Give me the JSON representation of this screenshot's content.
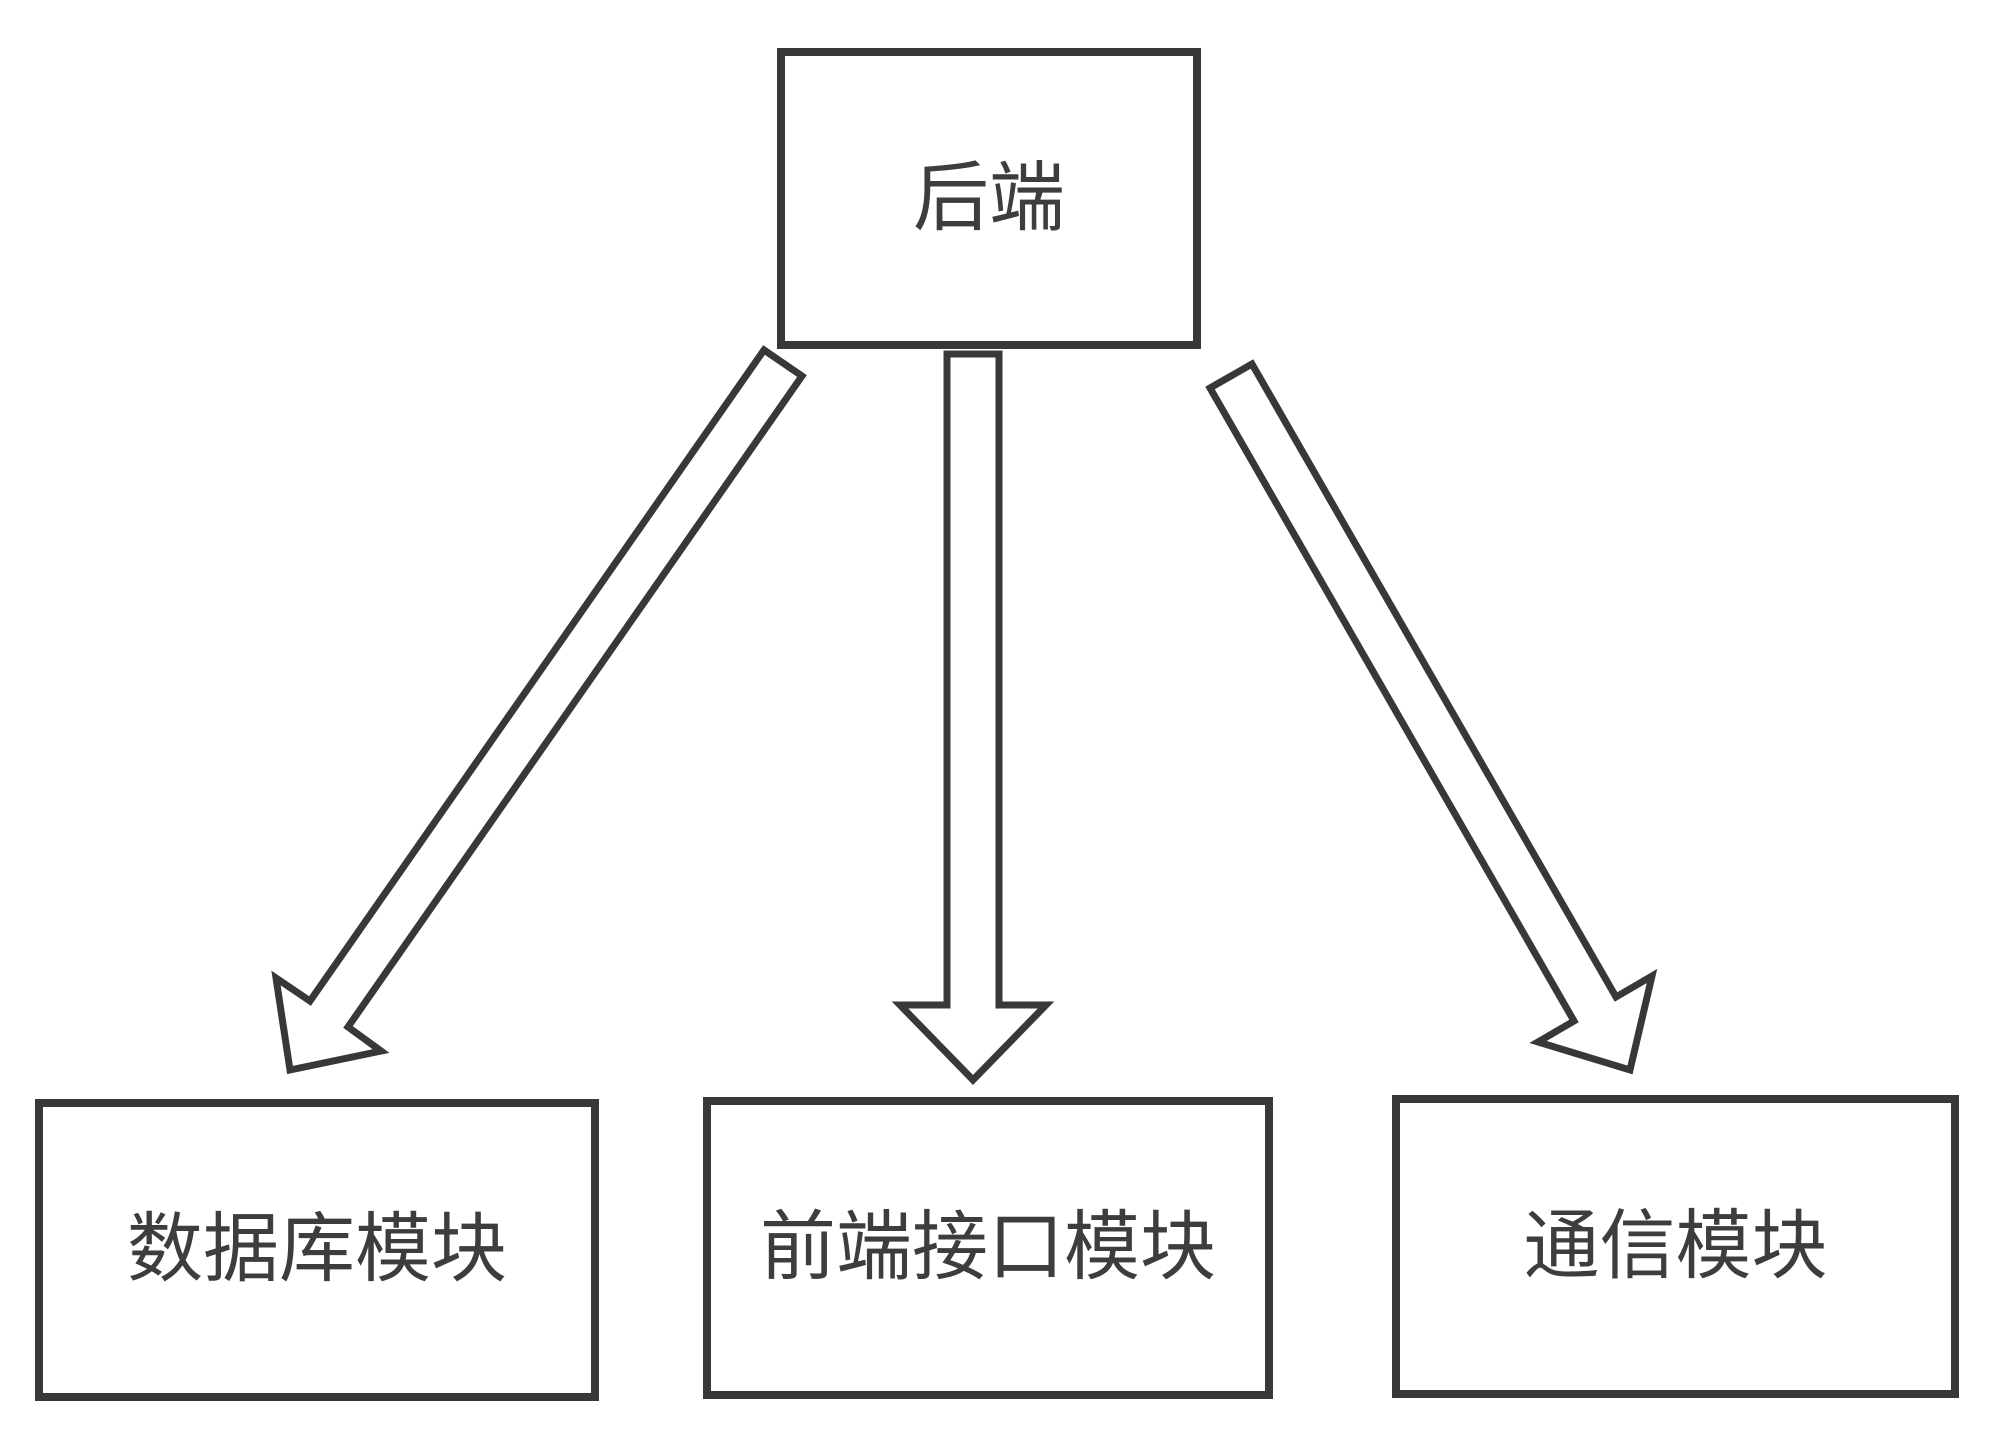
{
  "diagram": {
    "nodes": [
      {
        "id": "backend",
        "label": "后端"
      },
      {
        "id": "database-module",
        "label": "数据库模块"
      },
      {
        "id": "frontend-interface-module",
        "label": "前端接口模块"
      },
      {
        "id": "communication-module",
        "label": "通信模块"
      }
    ],
    "edges": [
      {
        "from": "backend",
        "to": "database-module"
      },
      {
        "from": "backend",
        "to": "frontend-interface-module"
      },
      {
        "from": "backend",
        "to": "communication-module"
      }
    ]
  },
  "colors": {
    "line": "#383838",
    "text": "#3d3d3d",
    "background": "#ffffff"
  }
}
